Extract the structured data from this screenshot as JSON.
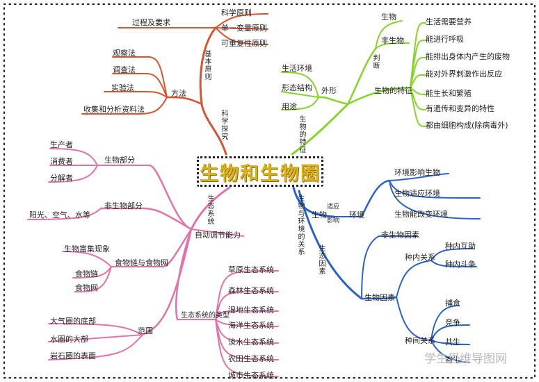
{
  "title": "生物和生物圈",
  "watermark": "学生思维导图网",
  "branches": {
    "method": {
      "color": "#d9532e",
      "root": "科学探究",
      "req": "过程及要求",
      "principles_hub": "基本原则",
      "principles": [
        "科学原则",
        "单一变量原则",
        "可重复性原则"
      ],
      "methods_hub": "方法",
      "methods": [
        "观察法",
        "调查法",
        "实验法",
        "收集和分析资料法"
      ]
    },
    "features": {
      "color": "#86d42a",
      "root": "生物的特征",
      "judge": "判断",
      "judge_items": [
        "生物",
        "非生物"
      ],
      "shape_hub": "外形",
      "shape_items": [
        "生活环境",
        "形态结构",
        "用途"
      ],
      "features_hub": "生物的特征",
      "features": [
        "生活需要营养",
        "能进行呼吸",
        "能排出身体内产生的废物",
        "能对外界刺激作出反应",
        "能生长和繁殖",
        "有遗传和变异的特性",
        "都由细胞构成(除病毒外)"
      ]
    },
    "relation": {
      "color": "#2a62c9",
      "root": "生物与环境的关系",
      "adapt": "适应",
      "affect": "影响",
      "org": "生物",
      "env": "环境",
      "env_items": [
        "环境影响生物",
        "生物适应环境",
        "生物能改变环境"
      ],
      "factors_root": "生态因素",
      "abiotic": "非生物因素",
      "biotic": "生物因素",
      "intra": "种内关系",
      "intra_items": [
        "种内互助",
        "种内斗争"
      ],
      "inter": "种间关系",
      "inter_items": [
        "捕食",
        "竞争",
        "共生",
        "寄生"
      ]
    },
    "ecosystem": {
      "color": "#e272a8",
      "root": "生态系统",
      "bio_part": "生物部分",
      "bio_items": [
        "生产者",
        "消费者",
        "分解者"
      ],
      "abio_part": "非生物部分",
      "abio_items": "阳光、空气、水等",
      "regulation": "自动调节能力",
      "food_hub": "食物链与食物网",
      "food_items": [
        "生物富集现象",
        "食物链",
        "食物网"
      ],
      "types_hub": "生态系统的类型",
      "types": [
        "草原生态系统",
        "森林生态系统",
        "湿地生态系统",
        "海洋生态系统",
        "淡水生态系统",
        "农田生态系统",
        "城市生态系统"
      ],
      "range_hub": "范围",
      "range_items": [
        "大气圈的底部",
        "水圈的大部",
        "岩石圈的表面"
      ]
    }
  }
}
